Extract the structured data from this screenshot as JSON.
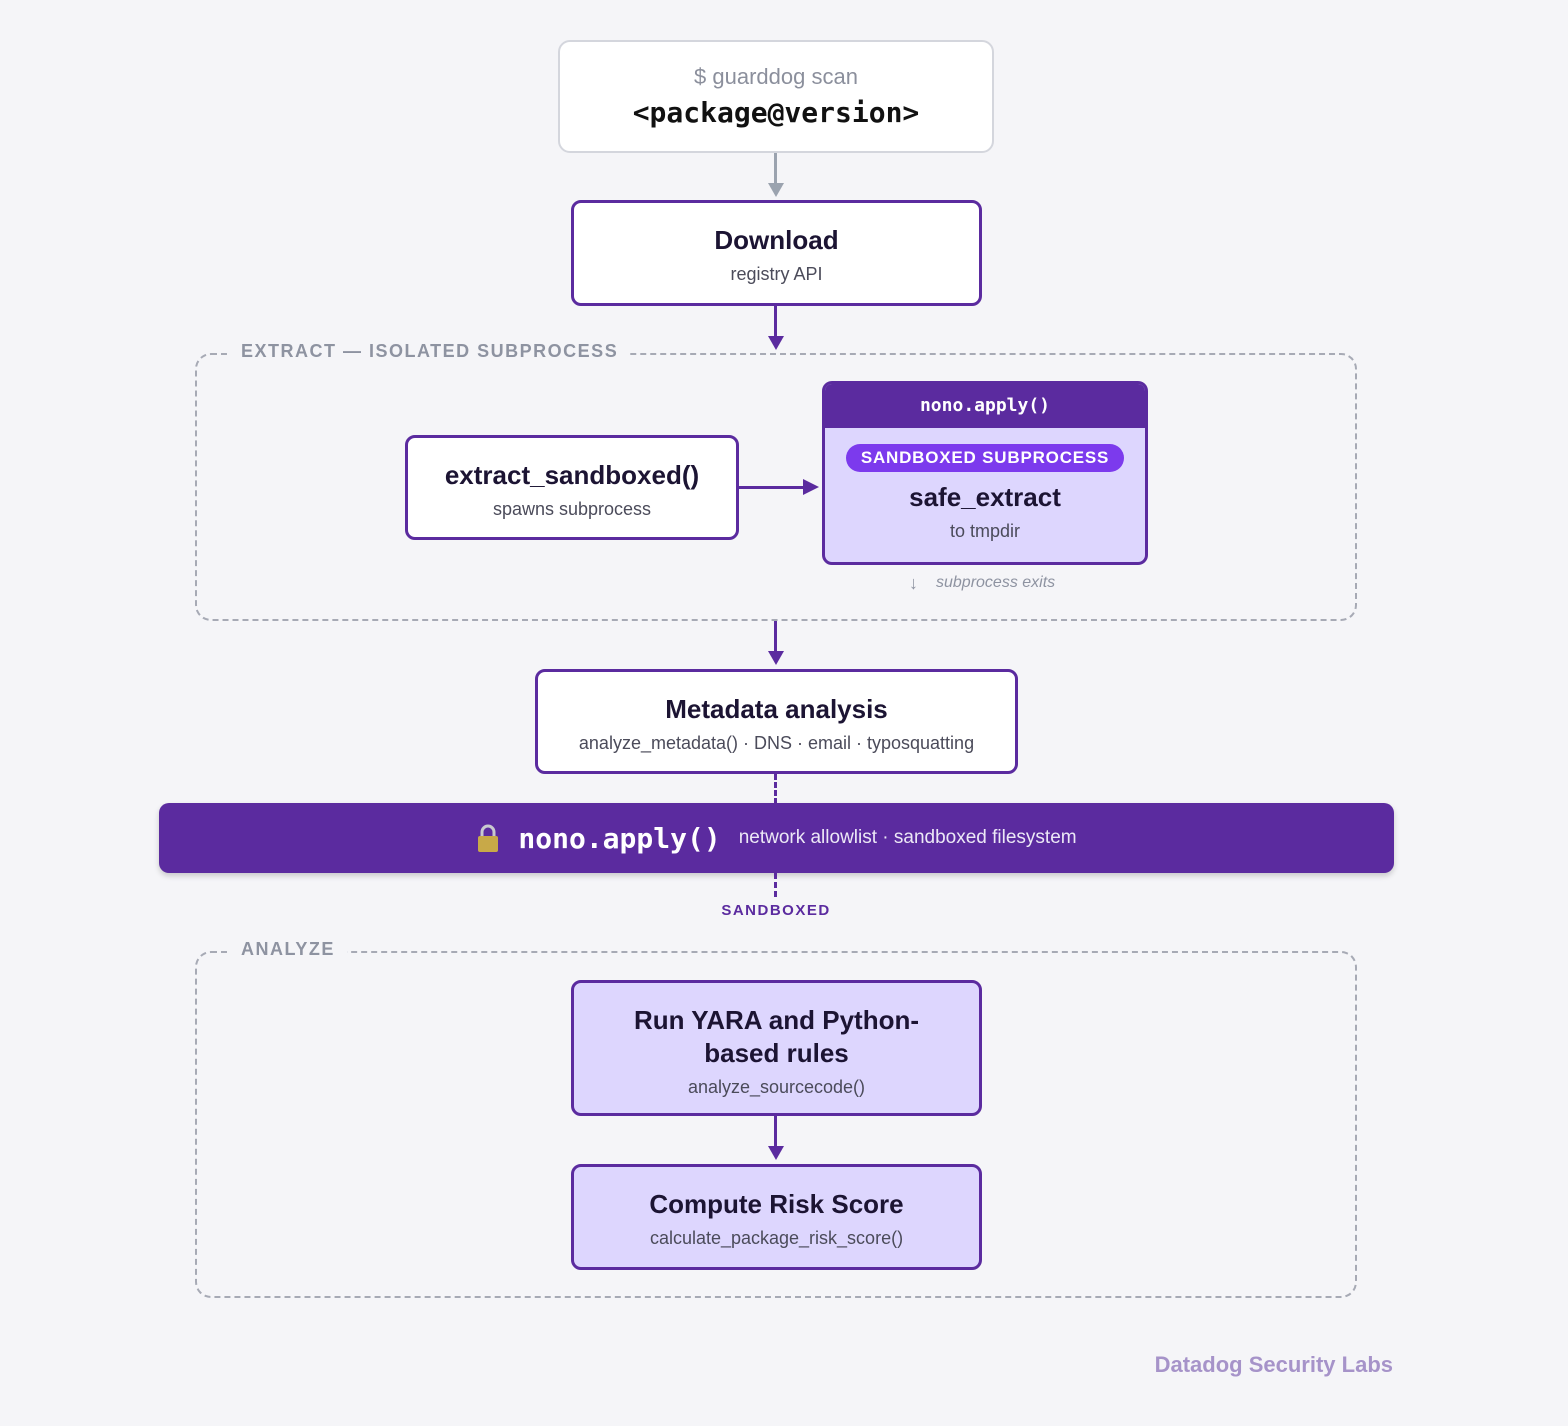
{
  "cli": {
    "prefix": "$ guarddog scan",
    "arg": "<package@version>"
  },
  "download": {
    "title": "Download",
    "subtitle": "registry API"
  },
  "extract_group": {
    "label": "EXTRACT — ISOLATED SUBPROCESS"
  },
  "extract_sandboxed": {
    "title": "extract_sandboxed()",
    "subtitle": "spawns subprocess"
  },
  "sandbox_box": {
    "header": "nono.apply()",
    "badge": "SANDBOXED SUBPROCESS",
    "title": "safe_extract",
    "subtitle": "to tmpdir",
    "exit_note": "subprocess exits"
  },
  "metadata": {
    "title": "Metadata analysis",
    "subtitle": "analyze_metadata() · DNS · email · typosquatting"
  },
  "nono_bar": {
    "icon": "lock-icon",
    "code": "nono.apply()",
    "desc": "network allowlist · sandboxed filesystem"
  },
  "sandboxed_label": "SANDBOXED",
  "analyze_group": {
    "label": "ANALYZE"
  },
  "rules": {
    "title_line1": "Run YARA and Python-",
    "title_line2": "based rules",
    "subtitle": "analyze_sourcecode()"
  },
  "risk": {
    "title": "Compute Risk Score",
    "subtitle": "calculate_package_risk_score()"
  },
  "footer": {
    "brand": "Datadog Security Labs"
  },
  "colors": {
    "purple": "#5b2b9f",
    "lavender": "#ddd6fe",
    "badge": "#7c3aed",
    "gray": "#9ba3af"
  }
}
